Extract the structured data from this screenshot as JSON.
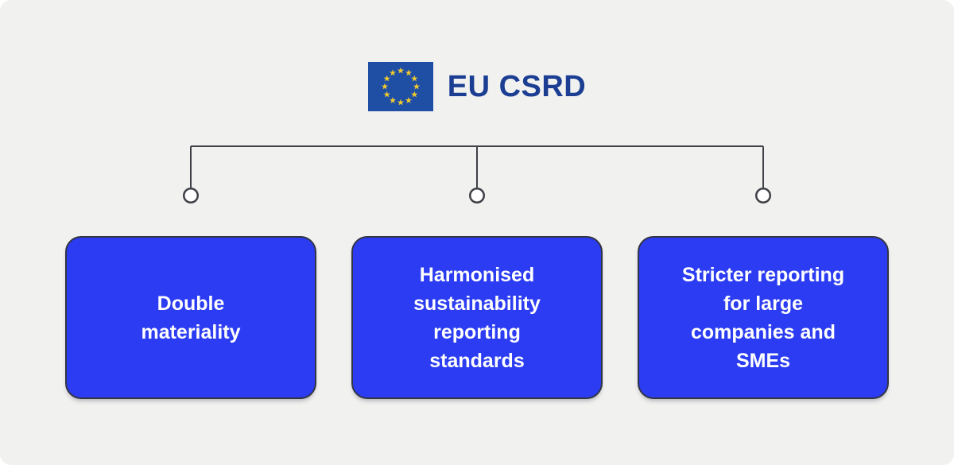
{
  "header": {
    "title": "EU CSRD",
    "flag_icon": "eu-flag-icon"
  },
  "cards": [
    {
      "label": "Double\nmateriality"
    },
    {
      "label": "Harmonised\nsustainability\nreporting\nstandards"
    },
    {
      "label": "Stricter reporting\nfor large\ncompanies and\nSMEs"
    }
  ],
  "colors": {
    "background": "#f1f1f0",
    "title_text": "#1b3e93",
    "flag_field": "#1e4fa5",
    "flag_stars": "#f3cb2e",
    "connector": "#3f4147",
    "card_fill": "#2b3cf2",
    "card_border": "#323544",
    "card_text": "#ffffff"
  }
}
